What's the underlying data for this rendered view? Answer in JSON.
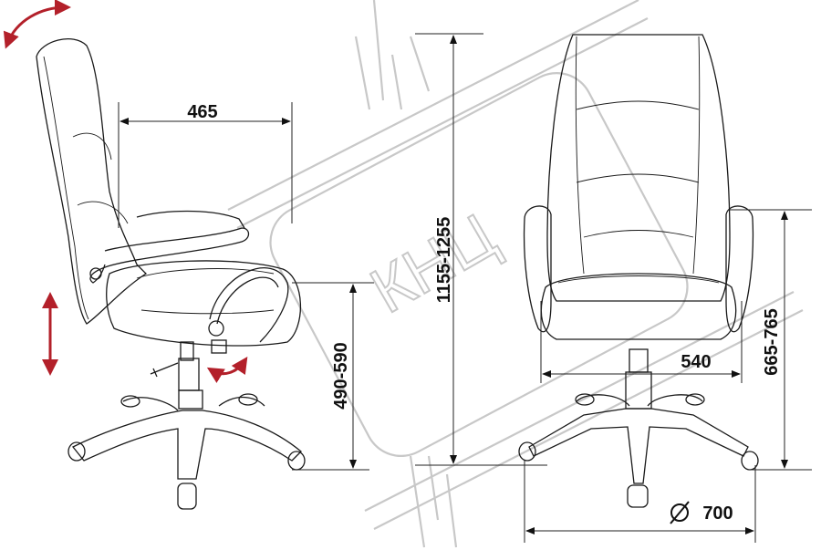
{
  "title": "Office chair dimensions diagram",
  "watermark": "КНЦ",
  "dimensions": {
    "seat_depth": "465",
    "total_height": "1155-1255",
    "seat_height": "490-590",
    "seat_width": "540",
    "armrest_height": "665-765",
    "base_diameter": "700"
  },
  "colors": {
    "adjust_arrows": "#b3202a",
    "watermark": "#c8c8c8",
    "lines": "#1a1a1a"
  }
}
